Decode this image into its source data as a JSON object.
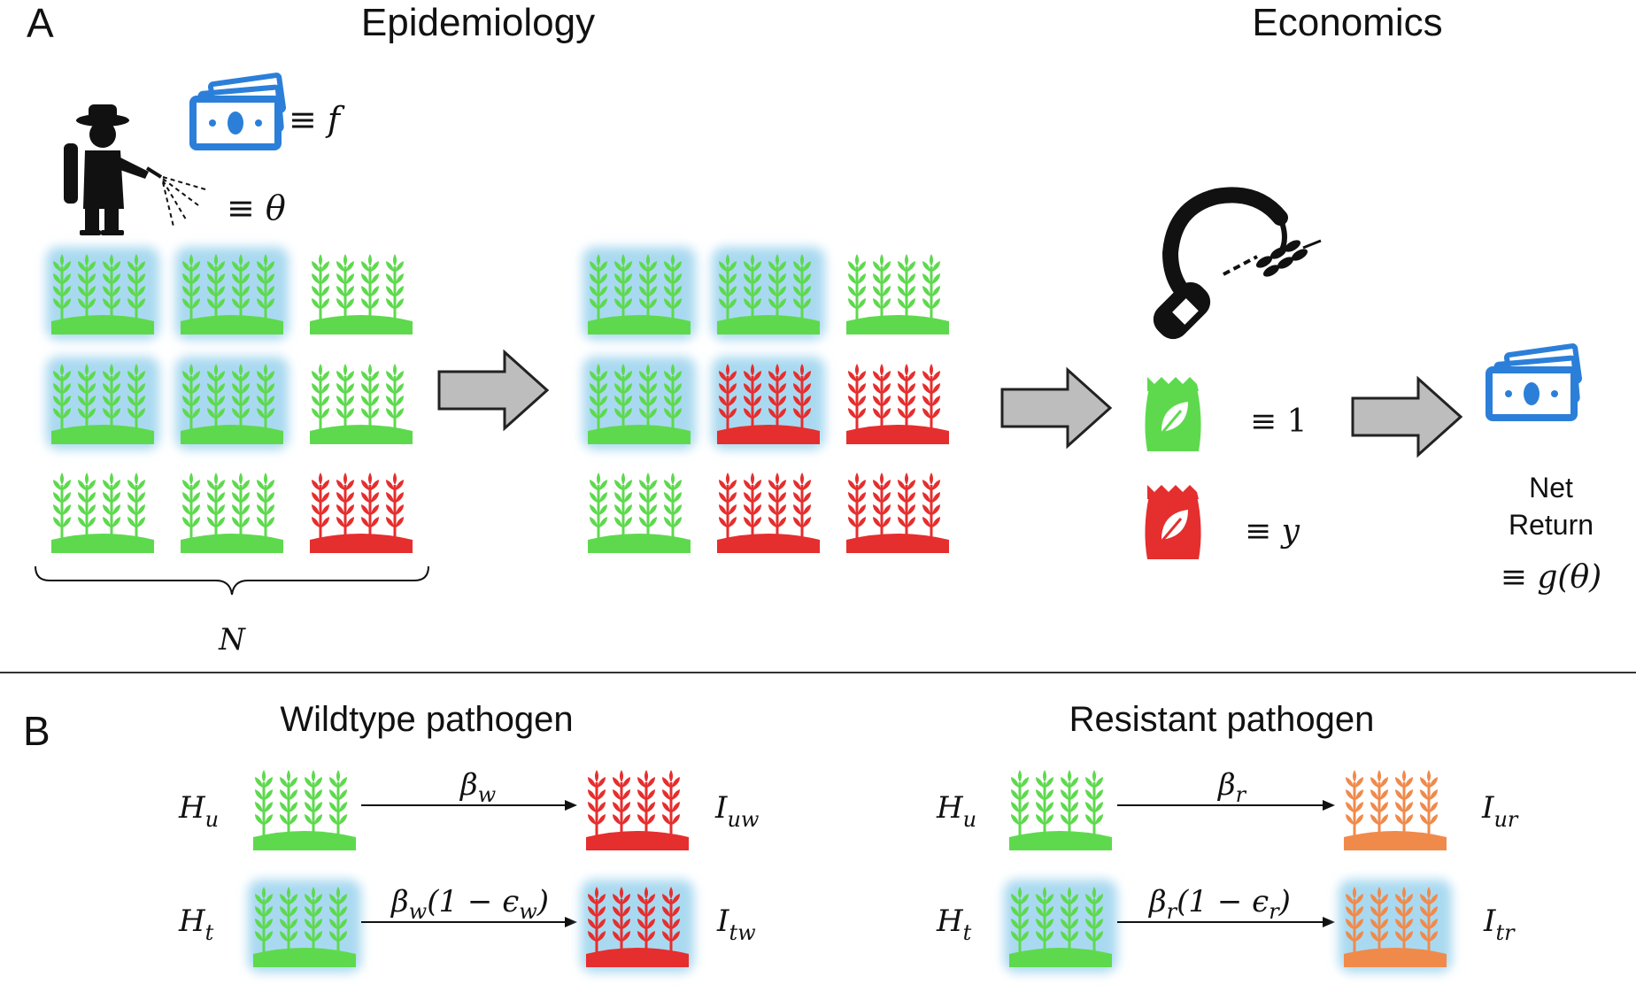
{
  "panel_a": {
    "letter": "A",
    "title_left": "Epidemiology",
    "title_right": "Economics",
    "fungicide_cost": "≡ f",
    "dose": "≡ θ",
    "brace_label": "N",
    "healthy_yield": "≡ 1",
    "infected_yield": "≡ y",
    "net_return_line1": "Net",
    "net_return_line2": "Return",
    "net_return_formula": "≡ g(θ)"
  },
  "panel_b": {
    "letter": "B",
    "wildtype_title": "Wildtype pathogen",
    "resistant_title": "Resistant pathogen",
    "wt_hu": "H",
    "wt_hu_sub": "u",
    "wt_iuw": "I",
    "wt_iuw_sub": "uw",
    "wt_ht": "H",
    "wt_ht_sub": "t",
    "wt_itw": "I",
    "wt_itw_sub": "tw",
    "wt_rate1": "β",
    "wt_rate1_sub": "w",
    "wt_rate2": "β",
    "wt_rate2_sub": "w",
    "wt_rate2_rest": "(1 − ϵ",
    "wt_rate2_sub2": "w",
    "wt_rate2_close": ")",
    "rs_hu": "H",
    "rs_hu_sub": "u",
    "rs_iur": "I",
    "rs_iur_sub": "ur",
    "rs_ht": "H",
    "rs_ht_sub": "t",
    "rs_itr": "I",
    "rs_itr_sub": "tr",
    "rs_rate1": "β",
    "rs_rate1_sub": "r",
    "rs_rate2": "β",
    "rs_rate2_sub": "r",
    "rs_rate2_rest": "(1 − ϵ",
    "rs_rate2_sub2": "r",
    "rs_rate2_close": ")"
  },
  "colors": {
    "healthy": "#5ed94e",
    "wildtype_infected": "#e52e2e",
    "resistant_infected": "#f08a4b",
    "treated_glow": "#a9d9f0",
    "money_blue": "#2b7fd9",
    "arrow_gray": "#bdbdbd"
  }
}
